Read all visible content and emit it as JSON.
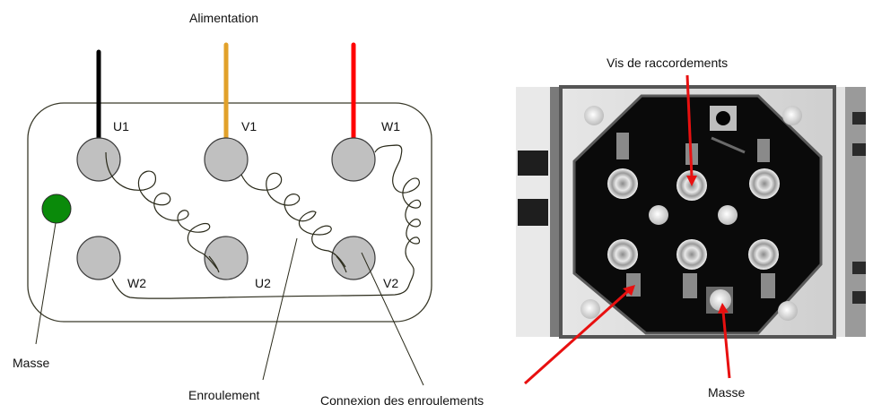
{
  "diagram": {
    "title": "Alimentation",
    "supply_wires": [
      {
        "terminal": "U1",
        "color": "#000000"
      },
      {
        "terminal": "V1",
        "color": "#e2a12a"
      },
      {
        "terminal": "W1",
        "color": "#ff0000"
      }
    ],
    "terminals": {
      "top": [
        "U1",
        "V1",
        "W1"
      ],
      "bottom": [
        "W2",
        "U2",
        "V2"
      ]
    },
    "terminal_color": "#c0c0c0",
    "ground_color": "#0a8a0a",
    "callouts": {
      "masse": "Masse",
      "enroulement": "Enroulement",
      "connexion": "Connexion des enroulements"
    }
  },
  "photo": {
    "callouts": {
      "vis": "Vis de raccordements",
      "masse": "Masse"
    },
    "arrow_color": "#e81010"
  }
}
